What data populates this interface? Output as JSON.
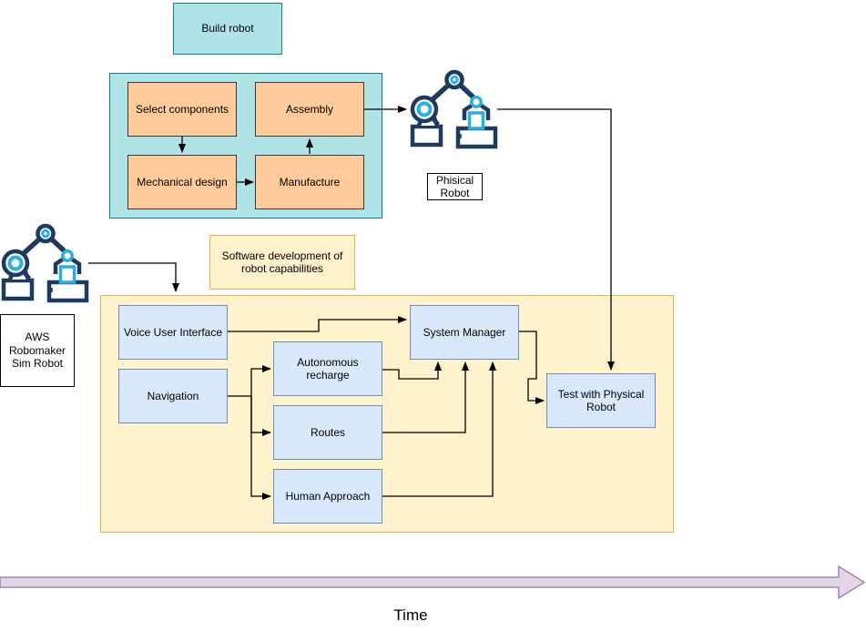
{
  "nodes": {
    "build_robot": "Build robot",
    "select_components": "Select components",
    "assembly": "Assembly",
    "mechanical_design": "Mechanical design",
    "manufacture": "Manufacture",
    "physical_robot_caption": "Phisical Robot",
    "sim_robot_caption": "AWS Robomaker Sim Robot",
    "software_development": "Software development of robot capabilities",
    "voice_user_interface": "Voice User Interface",
    "navigation": "Navigation",
    "autonomous_recharge": "Autonomous recharge",
    "routes": "Routes",
    "human_approach": "Human Approach",
    "system_manager": "System Manager",
    "test_with_physical_robot": "Test with Physical Robot",
    "timeline": "Time"
  },
  "icons": {
    "left": "robomaker-sim-robot-arm-icon",
    "right": "physical-robot-arm-icon"
  },
  "colors": {
    "teal_fill": "#b0e3e6",
    "teal_stroke": "#0e8088",
    "orange_fill": "#ffcc99",
    "orange_stroke": "#36393d",
    "blue_fill": "#dae8fc",
    "blue_stroke": "#6c8ebf",
    "yellow_fill": "#fff2cc",
    "yellow_stroke": "#d6b656",
    "purple_fill": "#e1d5e7",
    "purple_stroke": "#9673a6",
    "icon_dark": "#1d3a5f",
    "icon_cyan": "#29aede",
    "connector": "#000000"
  }
}
